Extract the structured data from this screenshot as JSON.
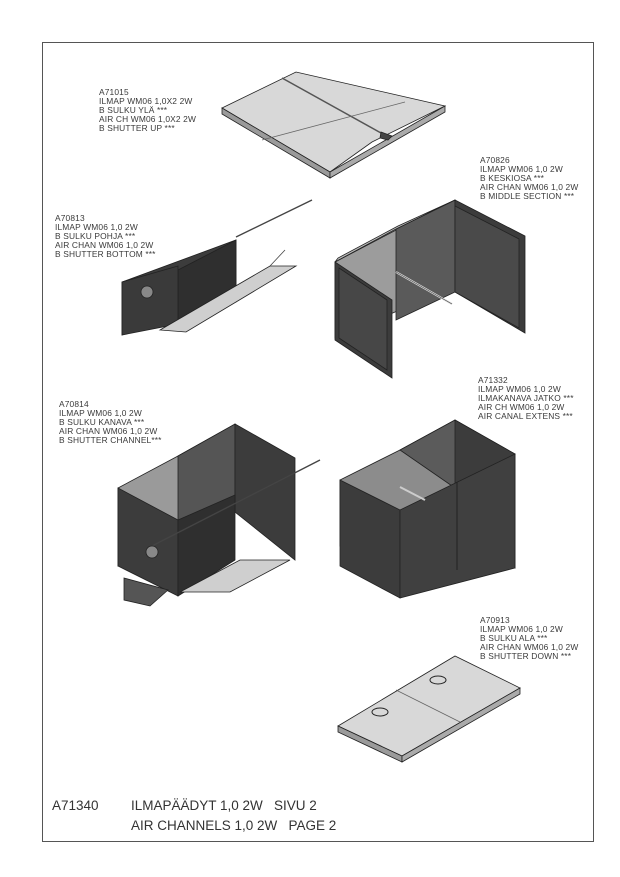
{
  "parts": [
    {
      "id": "A71015",
      "lines": [
        "ILMAP WM06 1,0X2 2W",
        "B SULKU YLÄ ***",
        "AIR CH WM06 1,0X2 2W",
        "B SHUTTER UP ***"
      ]
    },
    {
      "id": "A70826",
      "lines": [
        "ILMAP WM06 1,0 2W",
        "B KESKIOSA ***",
        "AIR CHAN WM06 1,0 2W",
        "B MIDDLE SECTION ***"
      ]
    },
    {
      "id": "A70813",
      "lines": [
        "ILMAP WM06 1,0 2W",
        "B SULKU POHJA ***",
        "AIR CHAN WM06 1,0 2W",
        "B SHUTTER BOTTOM ***"
      ]
    },
    {
      "id": "A71332",
      "lines": [
        "ILMAP WM06 1,0 2W",
        "ILMAKANAVA JATKO ***",
        "AIR CH WM06 1,0 2W",
        "AIR CANAL EXTENS ***"
      ]
    },
    {
      "id": "A70814",
      "lines": [
        "ILMAP WM06 1,0 2W",
        "B SULKU KANAVA ***",
        "AIR CHAN WM06 1,0 2W",
        "B SHUTTER CHANNEL***"
      ]
    },
    {
      "id": "A70913",
      "lines": [
        "ILMAP WM06 1,0 2W",
        "B SULKU ALA ***",
        "AIR CHAN WM06 1,0 2W",
        "B SHUTTER DOWN ***"
      ]
    }
  ],
  "title_block": {
    "drawing_number": "A71340",
    "title_fi": "ILMAPÄÄDYT 1,0 2W   SIVU 2",
    "title_en": "AIR CHANNELS 1,0 2W   PAGE 2"
  },
  "colors": {
    "panel_dark": "#3c3c3c",
    "panel_light": "#d6d6d6",
    "line": "#222222",
    "frame": "#555555"
  }
}
